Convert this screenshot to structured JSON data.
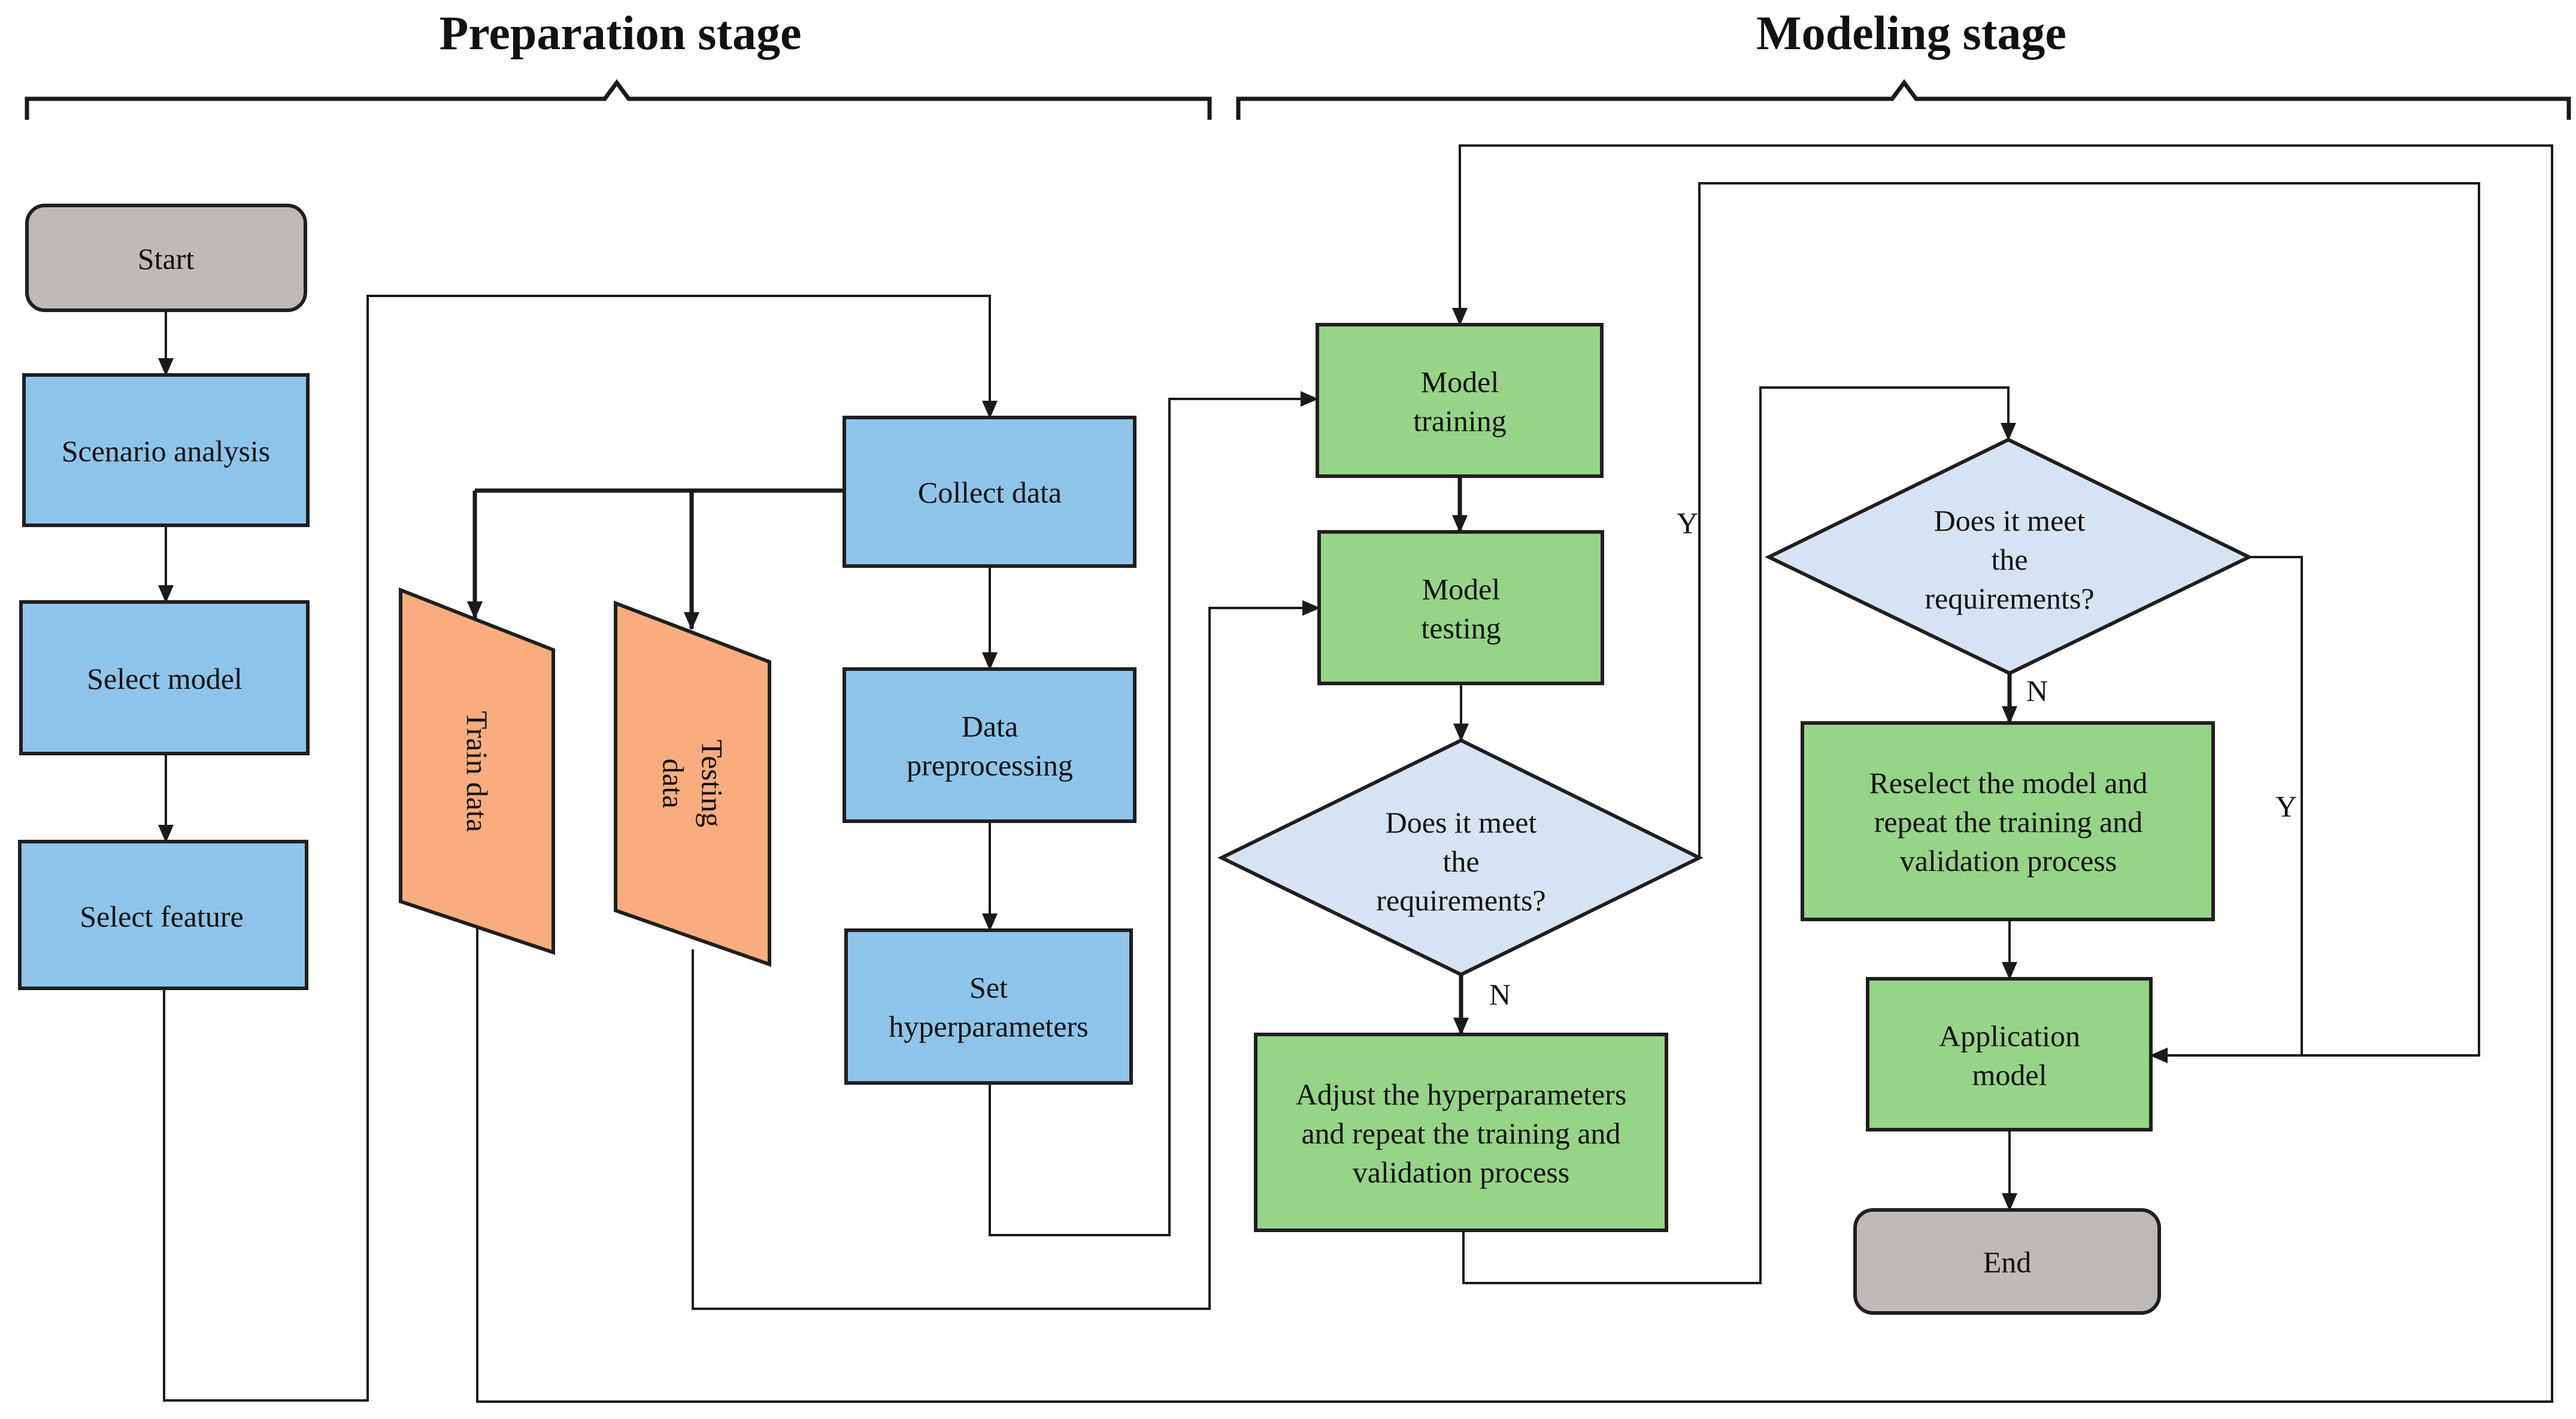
{
  "stages": {
    "preparation": "Preparation stage",
    "modeling": "Modeling stage"
  },
  "colors": {
    "terminal": "#bfb9b7",
    "process_blue": "#8fc4ea",
    "data_orange": "#f9ad7e",
    "process_green": "#96d487",
    "decision": "#d6e3f3",
    "line": "#1a1a1a"
  },
  "nodes": {
    "start": {
      "lines": [
        "Start"
      ]
    },
    "scenario": {
      "lines": [
        "Scenario analysis"
      ]
    },
    "select_model": {
      "lines": [
        "Select model"
      ]
    },
    "select_feature": {
      "lines": [
        "Select feature"
      ]
    },
    "train_data": {
      "lines": [
        "Train data"
      ]
    },
    "testing_data": {
      "lines": [
        "Testing",
        "data"
      ]
    },
    "collect": {
      "lines": [
        "Collect data"
      ]
    },
    "preprocess": {
      "lines": [
        "Data",
        "preprocessing"
      ]
    },
    "hyper": {
      "lines": [
        "Set",
        "hyperparameters"
      ]
    },
    "training": {
      "lines": [
        "Model",
        "training"
      ]
    },
    "testing": {
      "lines": [
        "Model",
        "testing"
      ]
    },
    "decision1": {
      "lines": [
        "Does it meet",
        "the",
        "requirements?"
      ]
    },
    "adjust": {
      "lines": [
        "Adjust the hyperparameters",
        "and repeat the training and",
        "validation process"
      ]
    },
    "decision2": {
      "lines": [
        "Does it meet",
        "the",
        "requirements?"
      ]
    },
    "reselect": {
      "lines": [
        "Reselect the model and",
        "repeat the training and",
        "validation process"
      ]
    },
    "application": {
      "lines": [
        "Application",
        "model"
      ]
    },
    "end": {
      "lines": [
        "End"
      ]
    }
  },
  "edge_labels": {
    "d1_yes": "Y",
    "d1_no": "N",
    "d2_no": "N",
    "d2_yes": "Y"
  }
}
